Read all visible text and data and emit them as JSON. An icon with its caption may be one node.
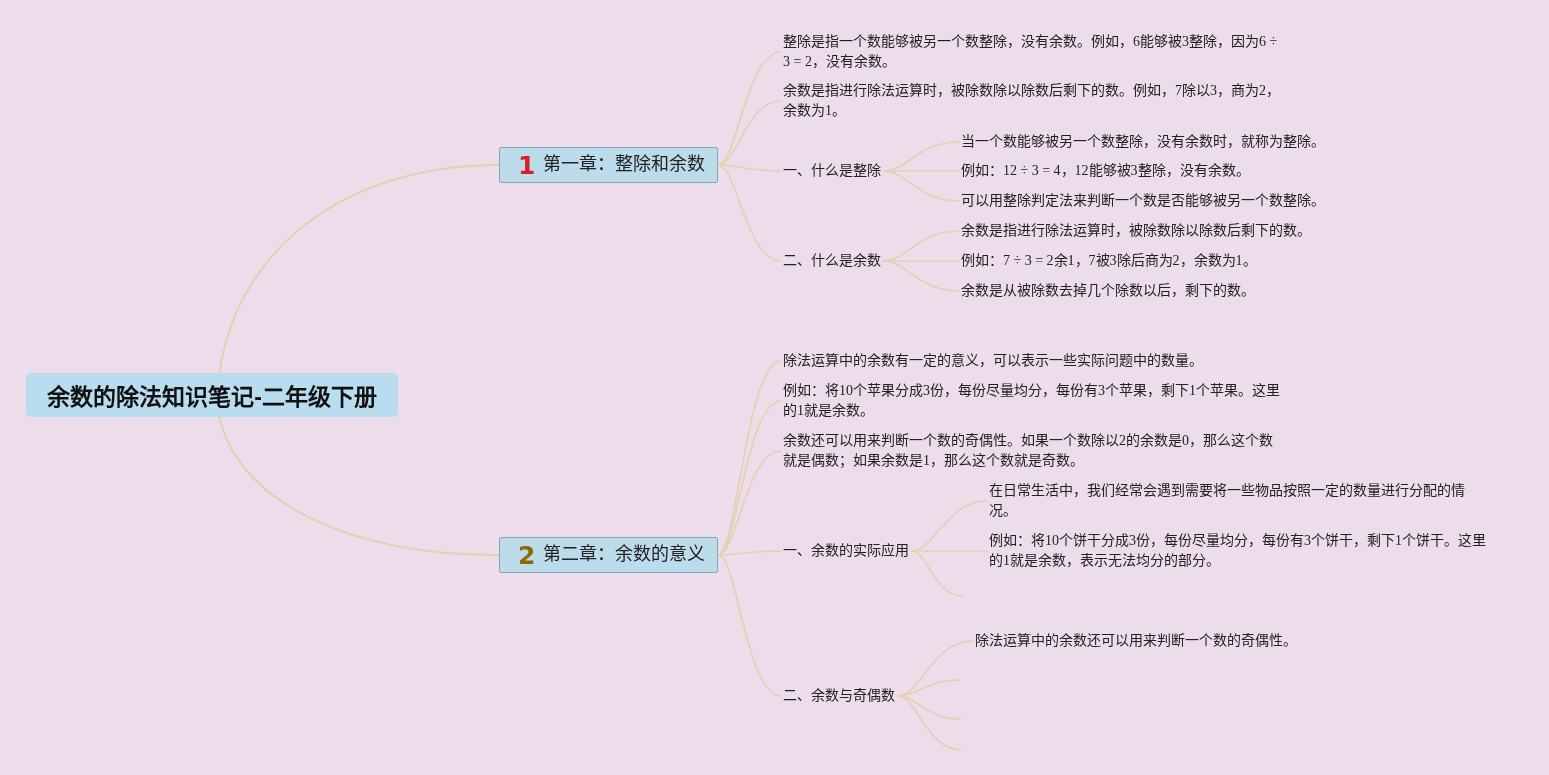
{
  "diagram": {
    "nodes": [
      {
        "text": [
          "余数的除法知识笔记-二年级下册"
        ]
      },
      {
        "text": [
          "1",
          "第一章：整除和余数"
        ]
      },
      {
        "text": [
          "整除是指一个数能够被另一个数整除，没有余数。例如，6能够被3整除，因为6 ÷ 3 = 2，没有余数。"
        ]
      },
      {
        "text": [
          "余数是指进行除法运算时，被除数除以除数后剩下的数。例如，7除以3，商为2，余数为1。"
        ]
      },
      {
        "text": [
          "一、什么是整除"
        ]
      },
      {
        "text": [
          "当一个数能够被另一个数整除，没有余数时，就称为整除。"
        ]
      },
      {
        "text": [
          "例如：12 ÷ 3 = 4，12能够被3整除，没有余数。"
        ]
      },
      {
        "text": [
          "可以用整除判定法来判断一个数是否能够被另一个数整除。"
        ]
      },
      {
        "text": [
          "二、什么是余数"
        ]
      },
      {
        "text": [
          "余数是指进行除法运算时，被除数除以除数后剩下的数。"
        ]
      },
      {
        "text": [
          "例如：7 ÷ 3 = 2余1，7被3除后商为2，余数为1。"
        ]
      },
      {
        "text": [
          "余数是从被除数去掉几个除数以后，剩下的数。"
        ]
      },
      {
        "text": [
          "2",
          "第二章：余数的意义"
        ]
      },
      {
        "text": [
          "除法运算中的余数有一定的意义，可以表示一些实际问题中的数量。"
        ]
      },
      {
        "text": [
          "例如：将10个苹果分成3份，每份尽量均分，每份有3个苹果，剩下1个苹果。这里的1就是余数。"
        ]
      },
      {
        "text": [
          "余数还可以用来判断一个数的奇偶性。如果一个数除以2的余数是0，那么这个数就是偶数；如果余数是1，那么这个数就是奇数。"
        ]
      },
      {
        "text": [
          "一、余数的实际应用"
        ]
      },
      {
        "text": [
          "在日常生活中，我们经常会遇到需要将一些物品按照一定的数量进行分配的情况。"
        ]
      },
      {
        "text": [
          "例如：将10个饼干分成3份，每份尽量均分，每份有3个饼干，剩下1个饼干。这里的1就是余数，表示无法均分的部分。"
        ]
      },
      {
        "text": [
          "二、余数与奇偶数"
        ]
      },
      {
        "text": [
          "除法运算中的余数还可以用来判断一个数的奇偶性。"
        ]
      }
    ],
    "edges": [
      {
        "from": 0,
        "to": 1,
        "arrow": "none"
      },
      {
        "from": 0,
        "to": 12,
        "arrow": "none"
      },
      {
        "from": 1,
        "to": 2,
        "arrow": "none"
      },
      {
        "from": 1,
        "to": 3,
        "arrow": "none"
      },
      {
        "from": 1,
        "to": 4,
        "arrow": "none"
      },
      {
        "from": 1,
        "to": 8,
        "arrow": "none"
      },
      {
        "from": 4,
        "to": 5,
        "arrow": "none"
      },
      {
        "from": 4,
        "to": 6,
        "arrow": "none"
      },
      {
        "from": 4,
        "to": 7,
        "arrow": "none"
      },
      {
        "from": 8,
        "to": 9,
        "arrow": "none"
      },
      {
        "from": 8,
        "to": 10,
        "arrow": "none"
      },
      {
        "from": 8,
        "to": 11,
        "arrow": "none"
      },
      {
        "from": 12,
        "to": 13,
        "arrow": "none"
      },
      {
        "from": 12,
        "to": 14,
        "arrow": "none"
      },
      {
        "from": 12,
        "to": 15,
        "arrow": "none"
      },
      {
        "from": 12,
        "to": 16,
        "arrow": "none"
      },
      {
        "from": 12,
        "to": 19,
        "arrow": "none"
      },
      {
        "from": 16,
        "to": 17,
        "arrow": "none"
      },
      {
        "from": 16,
        "to": 18,
        "arrow": "none"
      },
      {
        "from": 16,
        "to": null,
        "arrow": "none"
      },
      {
        "from": 19,
        "to": 20,
        "arrow": "none"
      },
      {
        "from": 19,
        "to": null,
        "arrow": "none"
      },
      {
        "from": 19,
        "to": null,
        "arrow": "none"
      },
      {
        "from": 19,
        "to": null,
        "arrow": "none"
      }
    ]
  }
}
